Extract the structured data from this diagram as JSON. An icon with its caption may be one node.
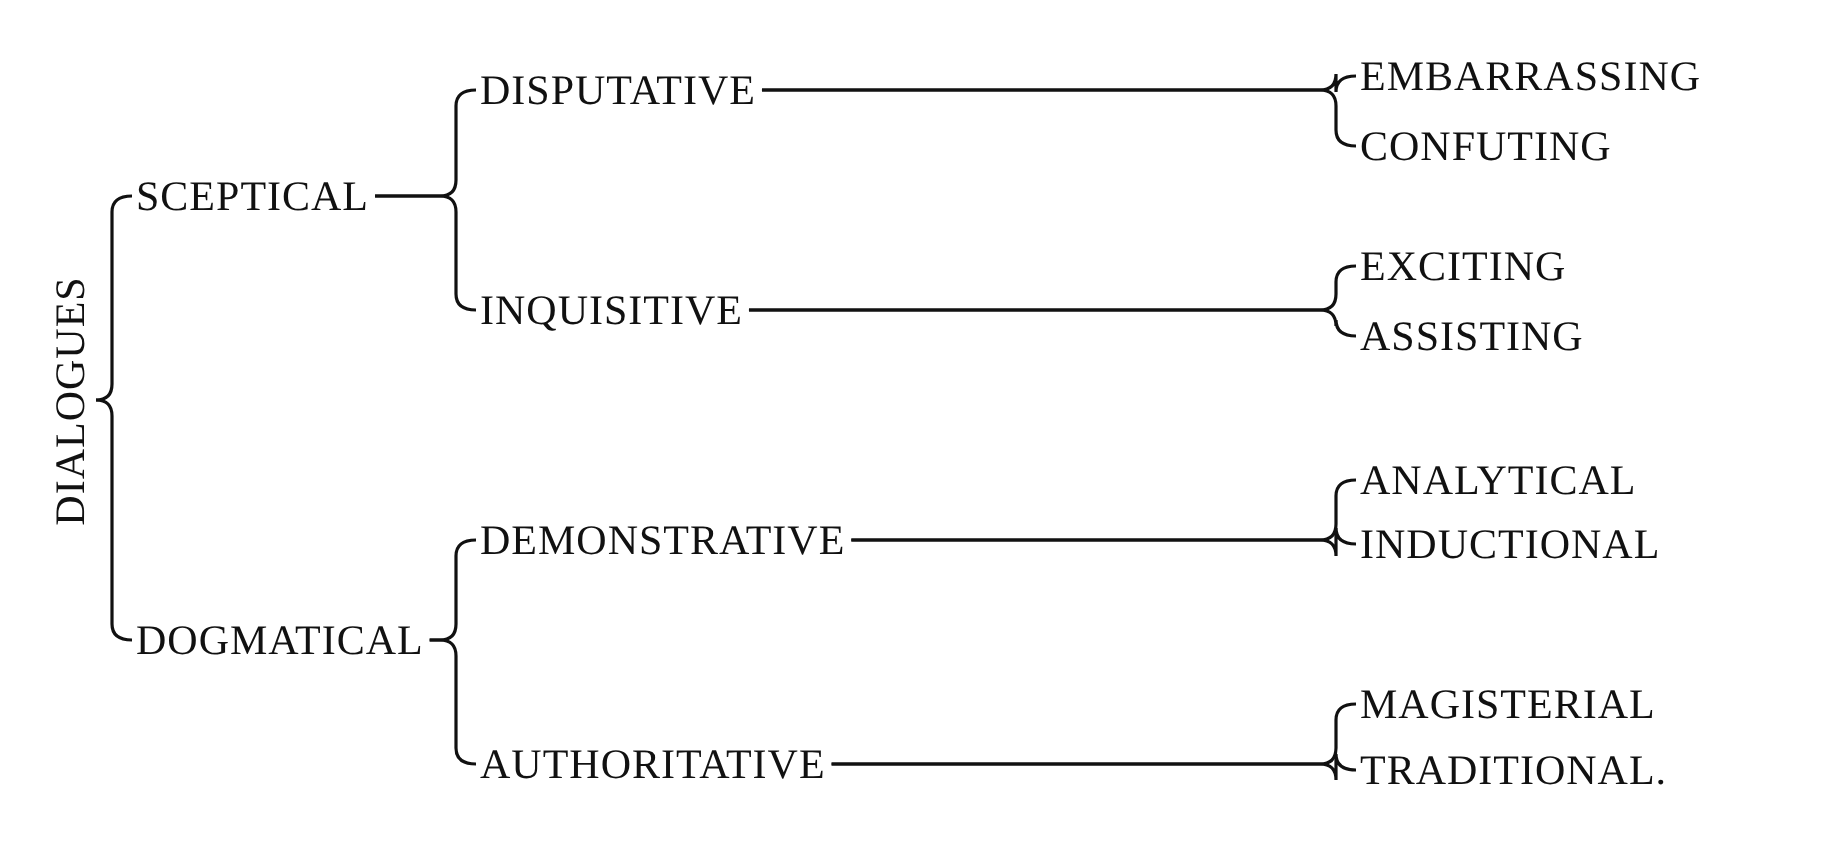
{
  "diagram": {
    "nodes": [
      {
        "text": [
          "DIALOGUES"
        ]
      },
      {
        "text": [
          "SCEPTICAL"
        ]
      },
      {
        "text": [
          "DISPUTATIVE"
        ]
      },
      {
        "text": [
          "EMBARRASSING"
        ]
      },
      {
        "text": [
          "CONFUTING"
        ]
      },
      {
        "text": [
          "INQUISITIVE"
        ]
      },
      {
        "text": [
          "EXCITING"
        ]
      },
      {
        "text": [
          "ASSISTING"
        ]
      },
      {
        "text": [
          "DOGMATICAL"
        ]
      },
      {
        "text": [
          "DEMONSTRATIVE"
        ]
      },
      {
        "text": [
          "ANALYTICAL"
        ]
      },
      {
        "text": [
          "INDUCTIONAL"
        ]
      },
      {
        "text": [
          "AUTHORITATIVE"
        ]
      },
      {
        "text": [
          "MAGISTERIAL"
        ]
      },
      {
        "text": [
          "TRADITIONAL."
        ]
      }
    ],
    "edges": [
      {
        "from": 0,
        "to": 1,
        "arrow": "none"
      },
      {
        "from": 0,
        "to": 8,
        "arrow": "none"
      },
      {
        "from": 1,
        "to": 2,
        "arrow": "none"
      },
      {
        "from": 1,
        "to": 5,
        "arrow": "none"
      },
      {
        "from": 2,
        "to": 3,
        "arrow": "none"
      },
      {
        "from": 2,
        "to": 4,
        "arrow": "none"
      },
      {
        "from": 5,
        "to": 6,
        "arrow": "none"
      },
      {
        "from": 5,
        "to": 7,
        "arrow": "none"
      },
      {
        "from": 8,
        "to": 9,
        "arrow": "none"
      },
      {
        "from": 8,
        "to": 12,
        "arrow": "none"
      },
      {
        "from": 9,
        "to": 10,
        "arrow": "none"
      },
      {
        "from": 9,
        "to": 11,
        "arrow": "none"
      },
      {
        "from": 12,
        "to": 13,
        "arrow": "none"
      },
      {
        "from": 12,
        "to": 14,
        "arrow": "none"
      }
    ]
  }
}
